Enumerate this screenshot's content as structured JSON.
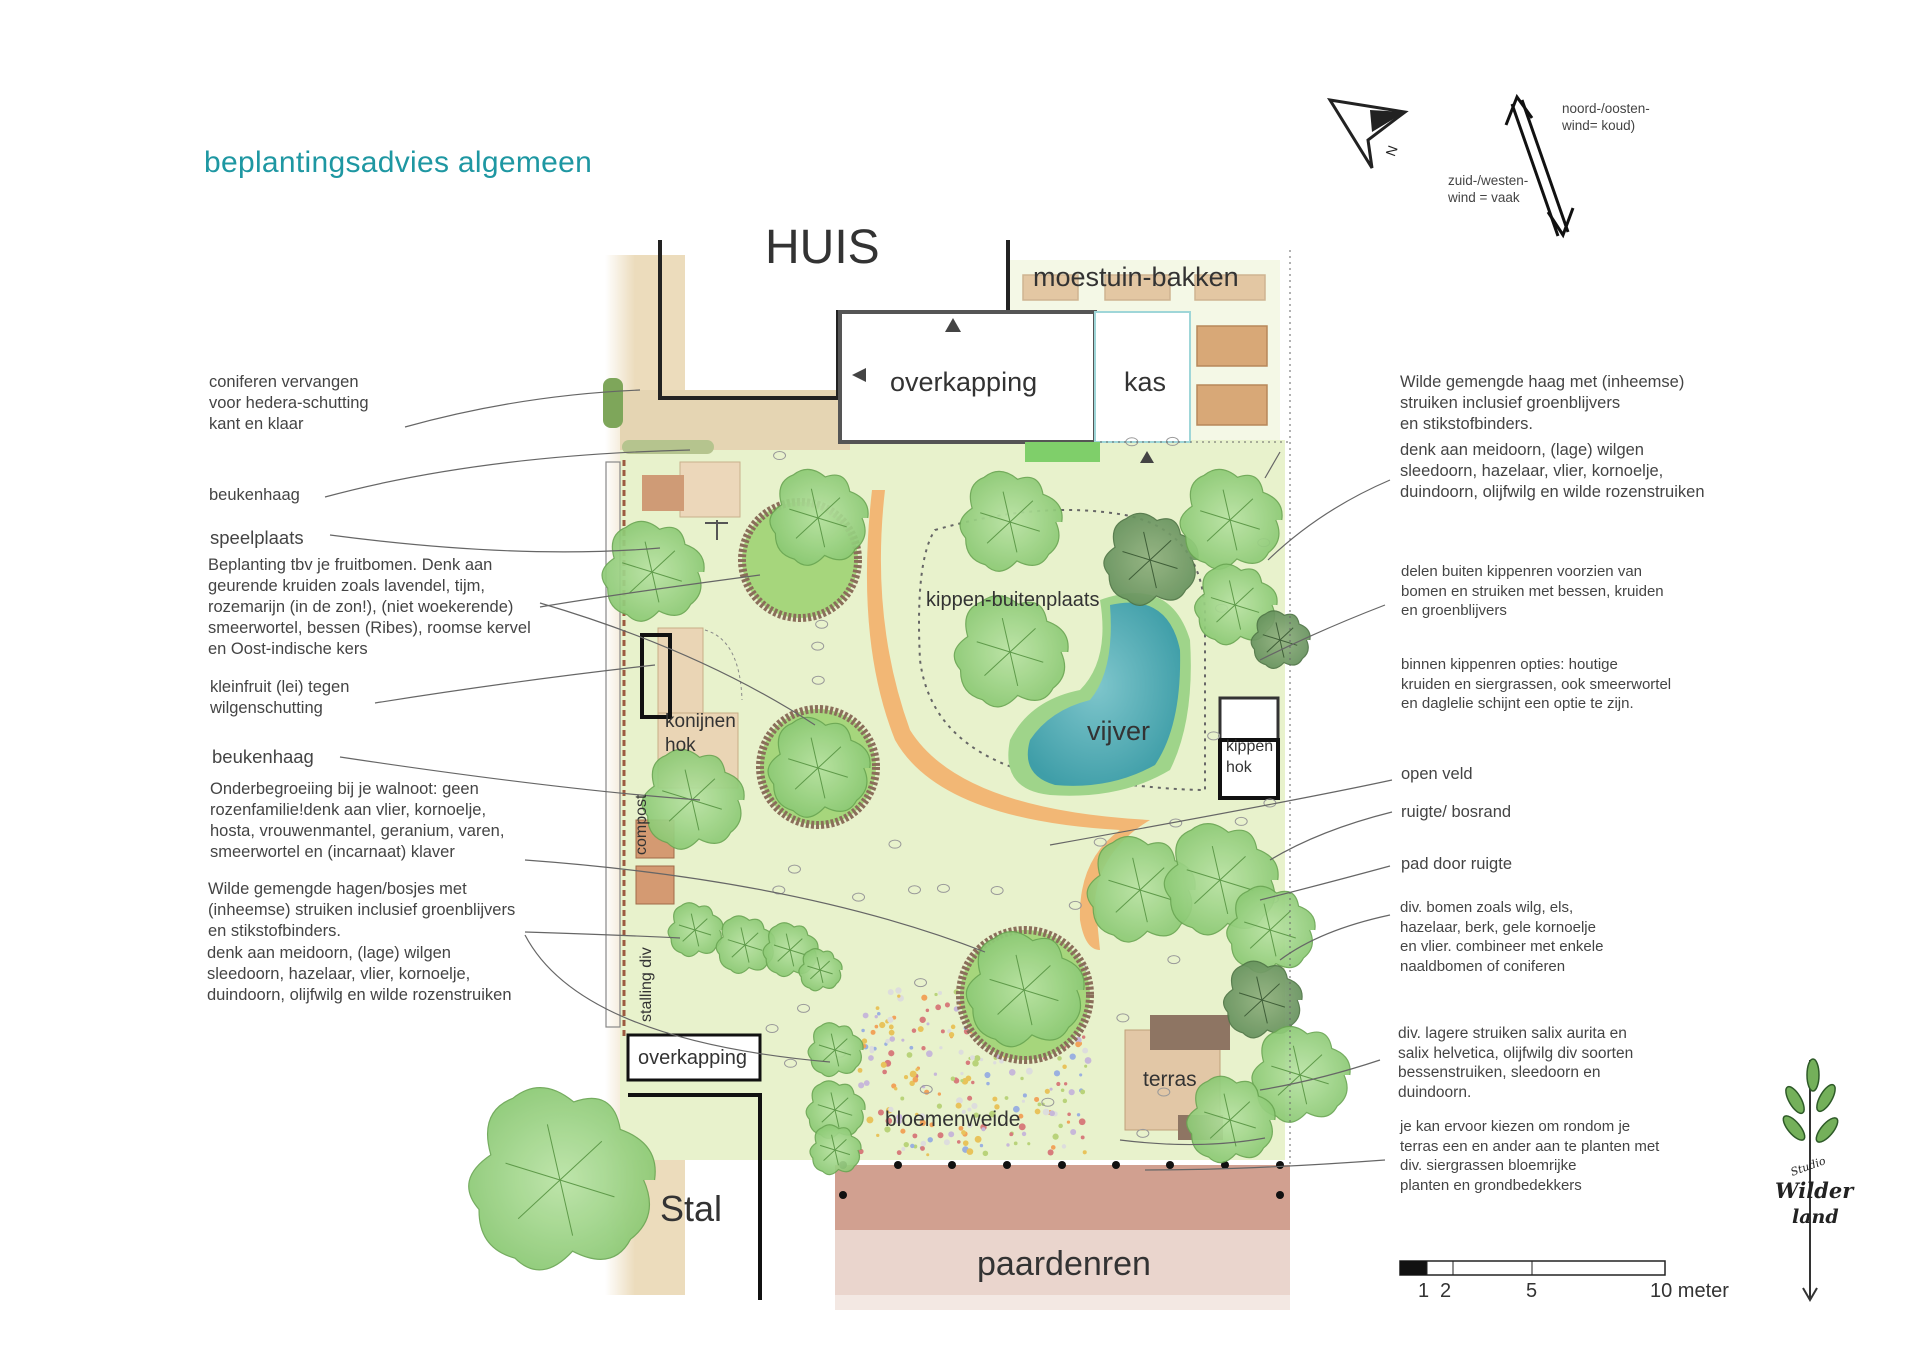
{
  "title": "beplantingsadvies algemeen",
  "colors": {
    "title": "#1e97a2",
    "lawn": "#e9f3cf",
    "path": "#f3b06b",
    "pond": "#58b3bb",
    "paddock": "#c98f7d",
    "hedge": "#8fc46f",
    "tree": "#9fd28a"
  },
  "wind": {
    "northeast": "noord-/oosten-\nwind= koud)",
    "southwest": "zuid-/westen-\nwind = vaak"
  },
  "compass_icon": "north-arrow-icon",
  "plan_labels": {
    "huis": "HUIS",
    "moestuin": "moestuin-bakken",
    "overkapping_top": "overkapping",
    "kas": "kas",
    "kippen_buitenplaats": "kippen-buitenplaats",
    "vijver": "vijver",
    "konijnen": "konijnen\nhok",
    "kippenhok": "kippen\nhok",
    "compost": "compost",
    "stalling": "stalling div",
    "overkapping_bottom": "overkapping",
    "stal": "Stal",
    "terras": "terras",
    "bloemenweide": "bloemenweide",
    "paardenren": "paardenren"
  },
  "notes_left": [
    {
      "id": "coniferen",
      "text": "coniferen vervangen\nvoor hedera-schutting\nkant en klaar"
    },
    {
      "id": "beukenhaag1",
      "text": "beukenhaag"
    },
    {
      "id": "speelplaats",
      "text": "speelplaats"
    },
    {
      "id": "fruitbomen",
      "text": "Beplanting tbv je fruitbomen. Denk aan\ngeurende kruiden zoals lavendel, tijm,\nrozemarijn (in de zon!), (niet woekerende)\nsmeerwortel, bessen (Ribes), roomse kervel\nen Oost-indische kers"
    },
    {
      "id": "kleinfruit",
      "text": "kleinfruit (lei) tegen\nwilgenschutting"
    },
    {
      "id": "beukenhaag2",
      "text": "beukenhaag"
    },
    {
      "id": "walnoot",
      "text": "Onderbegroeiing bij je walnoot: geen\nrozenfamilie!denk aan vlier, kornoelje,\nhosta, vrouwenmantel, geranium, varen,\nsmeerwortel en (incarnaat) klaver"
    },
    {
      "id": "hagen",
      "text": "Wilde gemengde hagen/bosjes met\n(inheemse) struiken inclusief groenblijvers\nen stikstofbinders."
    },
    {
      "id": "meidoorn_left",
      "text": "denk aan meidoorn, (lage) wilgen\nsleedoorn, hazelaar, vlier, kornoelje,\nduindoorn, olijfwilg en wilde rozenstruiken"
    }
  ],
  "notes_right": [
    {
      "id": "haag",
      "text": "Wilde gemengde haag met (inheemse)\nstruiken inclusief groenblijvers\nen stikstofbinders."
    },
    {
      "id": "meidoorn_right",
      "text": "denk aan meidoorn, (lage) wilgen\nsleedoorn, hazelaar, vlier, kornoelje,\nduindoorn, olijfwilg en wilde rozenstruiken"
    },
    {
      "id": "kippenren_buiten",
      "text": "delen buiten kippenren voorzien van\nbomen en struiken met bessen, kruiden\nen groenblijvers"
    },
    {
      "id": "kippenren_binnen",
      "text": "binnen kippenren opties: houtige\nkruiden en siergrassen, ook smeerwortel\nen daglelie schijnt een optie te zijn."
    },
    {
      "id": "open_veld",
      "text": "open veld"
    },
    {
      "id": "ruigte",
      "text": "ruigte/ bosrand"
    },
    {
      "id": "pad",
      "text": "pad door ruigte"
    },
    {
      "id": "bomen",
      "text": "div. bomen zoals wilg, els,\nhazelaar, berk, gele kornoelje\nen vlier. combineer met enkele\nnaaldbomen of coniferen"
    },
    {
      "id": "struiken",
      "text": "div. lagere struiken salix aurita en\nsalix helvetica, olijfwilg div soorten\nbessenstruiken, sleedoorn en\nduindoorn."
    },
    {
      "id": "terras_note",
      "text": "je kan ervoor kiezen om rondom je\nterras een en ander aan te planten met\ndiv. siergrassen bloemrijke\nplanten en grondbedekkers"
    }
  ],
  "scale_bar": {
    "ticks": [
      "1",
      "2",
      "5",
      "10 meter"
    ]
  },
  "logo": {
    "line1": "Studio",
    "line2": "Wilder",
    "line3": "land"
  }
}
